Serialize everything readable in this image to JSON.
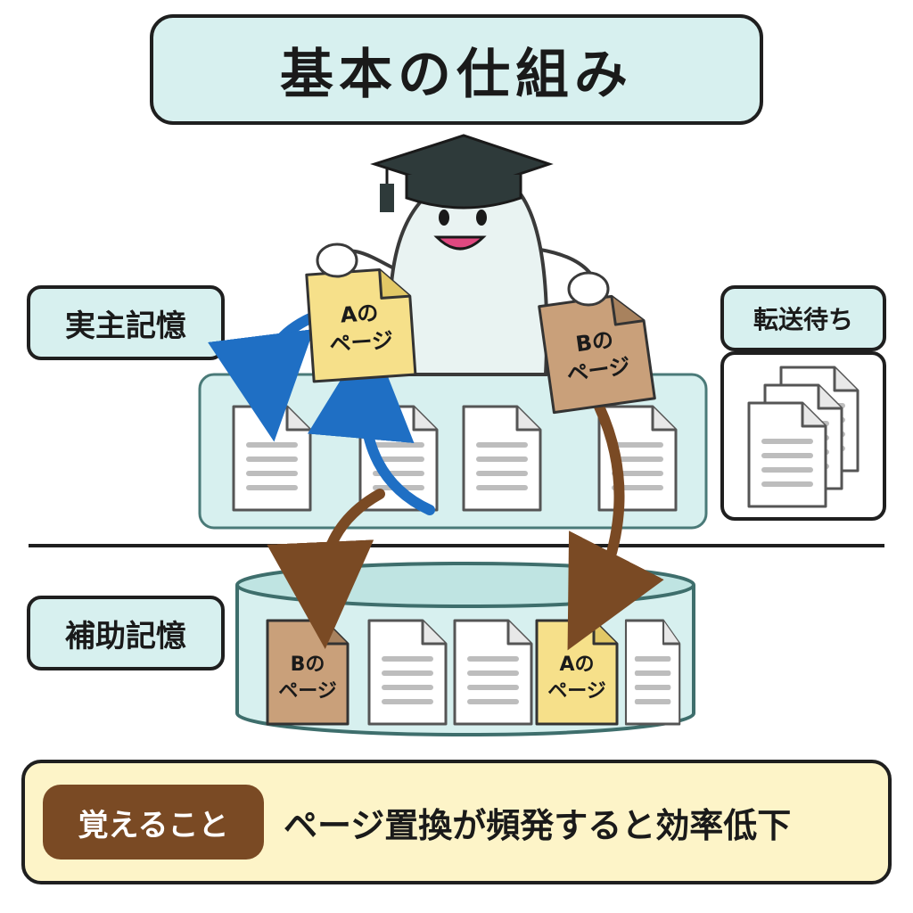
{
  "title": "基本の仕組み",
  "labels": {
    "main_memory": "実主記憶",
    "auxiliary_memory": "補助記憶",
    "transfer_waiting": "転送待ち"
  },
  "pages": {
    "a_top": "Aの",
    "a_bottom": "ページ",
    "b_top": "Bの",
    "b_bottom": "ページ"
  },
  "note": {
    "badge": "覚えること",
    "text": "ページ置換が頻発すると効率低下"
  },
  "colors": {
    "panel": "#d7f0ef",
    "page_a": "#f6e08a",
    "page_b": "#c9a07a",
    "arrow_blue": "#1f6fc4",
    "arrow_brown": "#7a4a24",
    "note_bg": "#fdf4c8",
    "badge_bg": "#7a4a24"
  },
  "icons": [
    "document-icon",
    "graduation-cap-icon",
    "mascot-character",
    "storage-cylinder-icon"
  ]
}
